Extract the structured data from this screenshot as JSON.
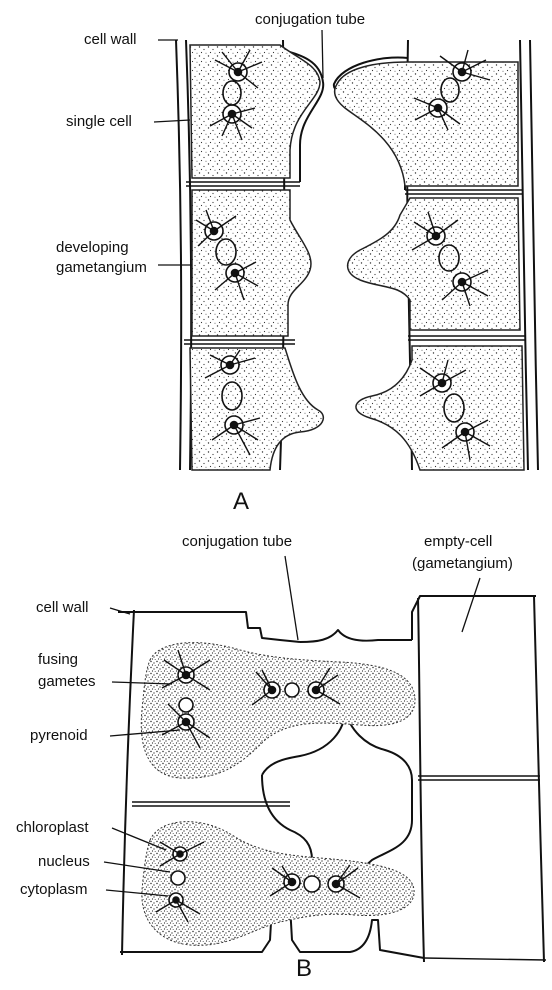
{
  "panel_a": {
    "letter": "A",
    "labels": {
      "conjugation_tube": "conjugation tube",
      "cell_wall": "cell wall",
      "single_cell": "single cell",
      "developing_line1": "developing",
      "developing_line2": "gametangium"
    }
  },
  "panel_b": {
    "letter": "B",
    "labels": {
      "conjugation_tube": "conjugation tube",
      "empty_cell_line1": "empty-cell",
      "empty_cell_line2": "(gametangium)",
      "cell_wall": "cell wall",
      "fusing_line1": "fusing",
      "fusing_line2": "gametes",
      "pyrenoid": "pyrenoid",
      "chloroplast": "chloroplast",
      "nucleus": "nucleus",
      "cytoplasm": "cytoplasm"
    }
  }
}
